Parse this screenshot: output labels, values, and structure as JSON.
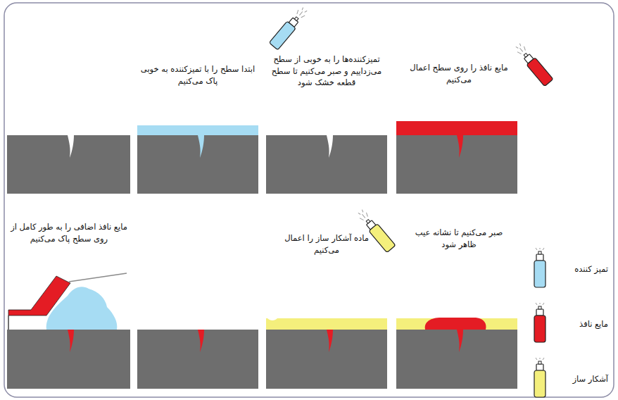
{
  "diagram": {
    "labels": [
      "ابتدا سطح را با تمیزکننده به خوبی پاک می‌کنیم",
      "تمیزکننده‌ها را به خوبی از سطح می‌زداییم و صبر می‌کنیم تا سطح قطعه خشک شود",
      "مایع نافذ را روی سطح اعمال می‌کنیم",
      "مایع نافذ اضافی را به طور کامل از روی سطح پاک می‌کنیم",
      "ماده آشکار ساز را اعمال می‌کنیم",
      "صبر می‌کنیم تا نشانه عیب ظاهر شود"
    ],
    "legend": [
      {
        "text": "تمیز کننده",
        "color": "#a6dcf3"
      },
      {
        "text": "مایع نافذ",
        "color": "#e41c24"
      },
      {
        "text": "آشکار ساز",
        "color": "#f4ef7c"
      }
    ]
  }
}
